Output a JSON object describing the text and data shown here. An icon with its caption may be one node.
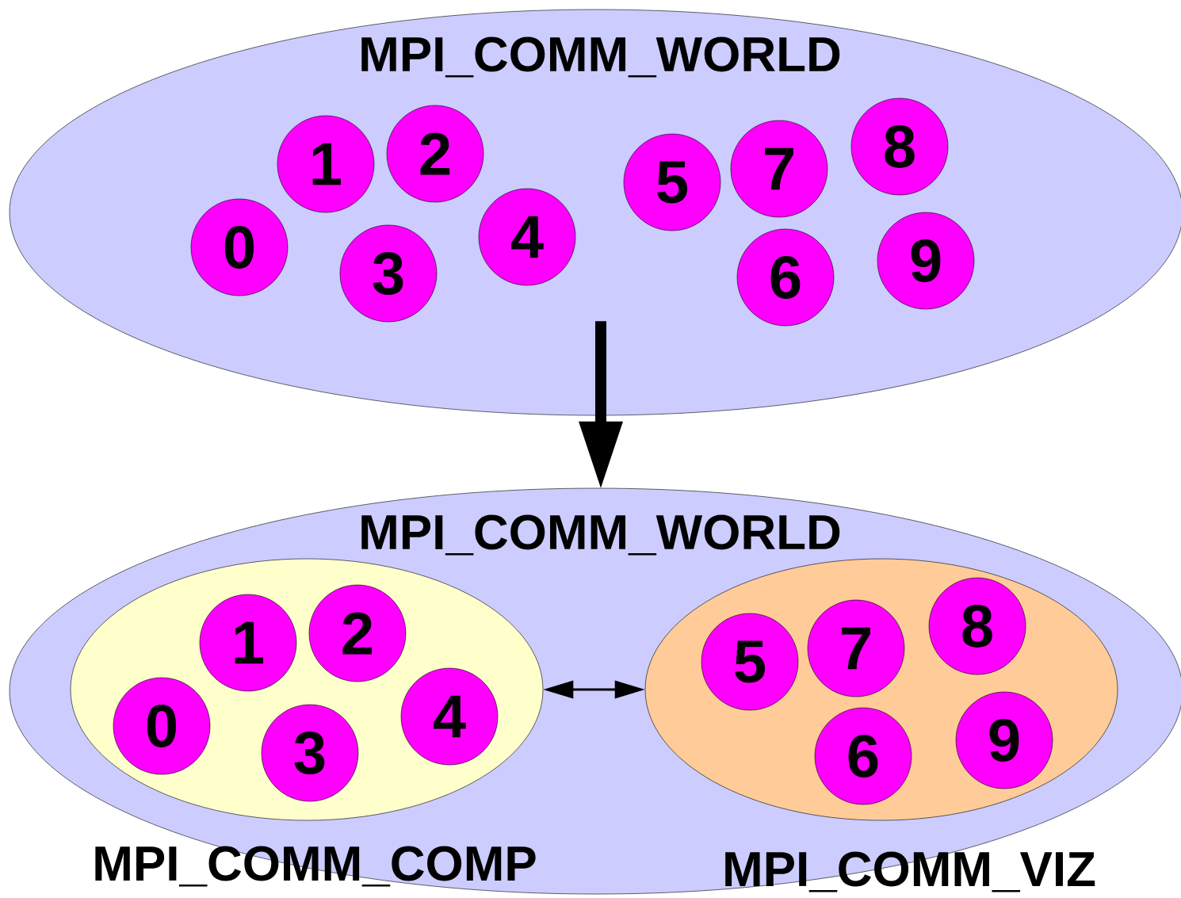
{
  "diagram": {
    "nodes": [
      {
        "text": [
          "MPI_COMM_WORLD"
        ]
      },
      {
        "text": [
          "0"
        ],
        "in": 0
      },
      {
        "text": [
          "1"
        ],
        "in": 0
      },
      {
        "text": [
          "2"
        ],
        "in": 0
      },
      {
        "text": [
          "3"
        ],
        "in": 0
      },
      {
        "text": [
          "4"
        ],
        "in": 0
      },
      {
        "text": [
          "5"
        ],
        "in": 0
      },
      {
        "text": [
          "6"
        ],
        "in": 0
      },
      {
        "text": [
          "7"
        ],
        "in": 0
      },
      {
        "text": [
          "8"
        ],
        "in": 0
      },
      {
        "text": [
          "9"
        ],
        "in": 0
      },
      {
        "text": [
          "MPI_COMM_WORLD"
        ]
      },
      {
        "text": [
          "MPI_COMM_COMP"
        ],
        "in": 11
      },
      {
        "text": [
          "0"
        ],
        "in": 12
      },
      {
        "text": [
          "1"
        ],
        "in": 12
      },
      {
        "text": [
          "2"
        ],
        "in": 12
      },
      {
        "text": [
          "3"
        ],
        "in": 12
      },
      {
        "text": [
          "4"
        ],
        "in": 12
      },
      {
        "text": [
          "MPI_COMM_VIZ"
        ],
        "in": 11
      },
      {
        "text": [
          "5"
        ],
        "in": 18
      },
      {
        "text": [
          "6"
        ],
        "in": 18
      },
      {
        "text": [
          "7"
        ],
        "in": 18
      },
      {
        "text": [
          "8"
        ],
        "in": 18
      },
      {
        "text": [
          "9"
        ],
        "in": 18
      }
    ],
    "edges": [
      {
        "from": 0,
        "to": 11,
        "arrow": "to",
        "style": "thick"
      },
      {
        "from": 12,
        "to": 18,
        "arrow": "both"
      }
    ]
  }
}
